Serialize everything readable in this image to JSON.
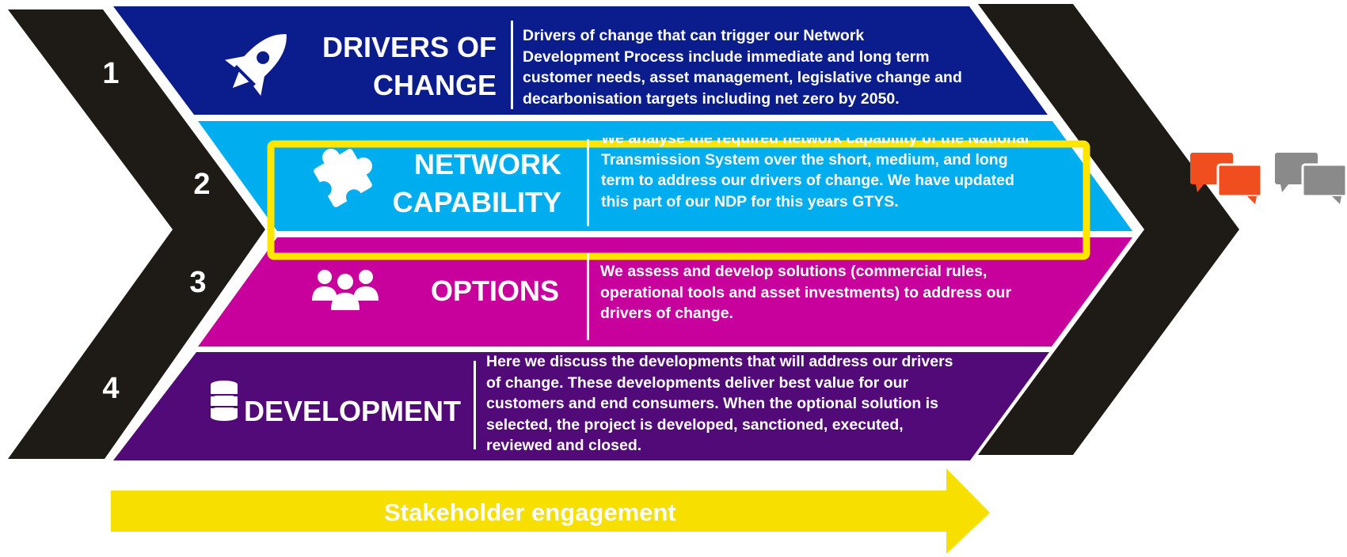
{
  "colors": {
    "black": "#1e1b16",
    "navy": "#0b1c8c",
    "cyan": "#00aeef",
    "magenta": "#c8009c",
    "purple": "#520a78",
    "highlight": "#ffe500",
    "arrow": "#f7df00",
    "bubble_orange": "#f04e1f",
    "bubble_grey": "#8a8a8a"
  },
  "icons": {
    "step1": "rocket-icon",
    "step2": "puzzle-piece-icon",
    "step3": "people-group-icon",
    "step4": "database-icon",
    "chat_orange": "speech-bubbles-icon",
    "chat_grey": "speech-bubbles-icon"
  },
  "steps": [
    {
      "number": "1",
      "title_lines": [
        "DRIVERS OF",
        "CHANGE"
      ],
      "text_lines": [
        "Drivers of change that can trigger our Network",
        "Development Process include immediate and long term",
        "customer needs, asset management, legislative change and",
        "decarbonisation targets including net zero by 2050."
      ]
    },
    {
      "number": "2",
      "title_lines": [
        "NETWORK",
        "CAPABILITY"
      ],
      "text_lines": [
        "We analyse the required network capability of the National",
        "Transmission System over the short, medium, and long",
        "term to address our drivers of change. We have updated",
        "this part of our NDP for this years GTYS."
      ]
    },
    {
      "number": "3",
      "title_lines": [
        "OPTIONS"
      ],
      "text_lines": [
        "We assess and develop solutions (commercial rules,",
        "operational tools and asset investments) to address our",
        "drivers of change."
      ]
    },
    {
      "number": "4",
      "title_lines": [
        "DEVELOPMENT"
      ],
      "text_lines": [
        "Here we discuss the developments that will address our drivers",
        "of change. These developments deliver best value for our",
        "customers and end consumers. When the optional solution is",
        "selected, the project is developed, sanctioned, executed,",
        "reviewed and closed."
      ]
    }
  ],
  "engagement_label": "Stakeholder engagement"
}
